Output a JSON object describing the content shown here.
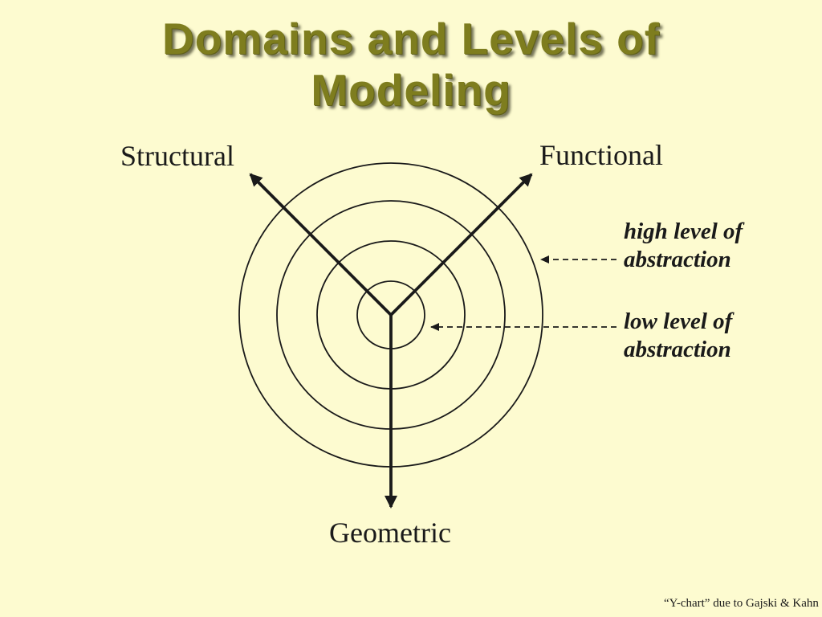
{
  "slide": {
    "title": {
      "line1": "Domains and Levels of",
      "line2": "Modeling"
    },
    "caption": "“Y-chart” due to Gajski & Kahn"
  },
  "diagram": {
    "type": "y-chart",
    "rings": 4,
    "axes": {
      "structural": "Structural",
      "functional": "Functional",
      "geometric": "Geometric"
    },
    "annotations": {
      "high": {
        "line1": "high level of",
        "line2": "abstraction"
      },
      "low": {
        "line1": "low level of",
        "line2": "abstraction"
      }
    }
  },
  "colors": {
    "background": "#FDFBD0",
    "title-fill": "#7E7D1E",
    "line": "#1A1A1A",
    "text": "#1A1A1A"
  }
}
